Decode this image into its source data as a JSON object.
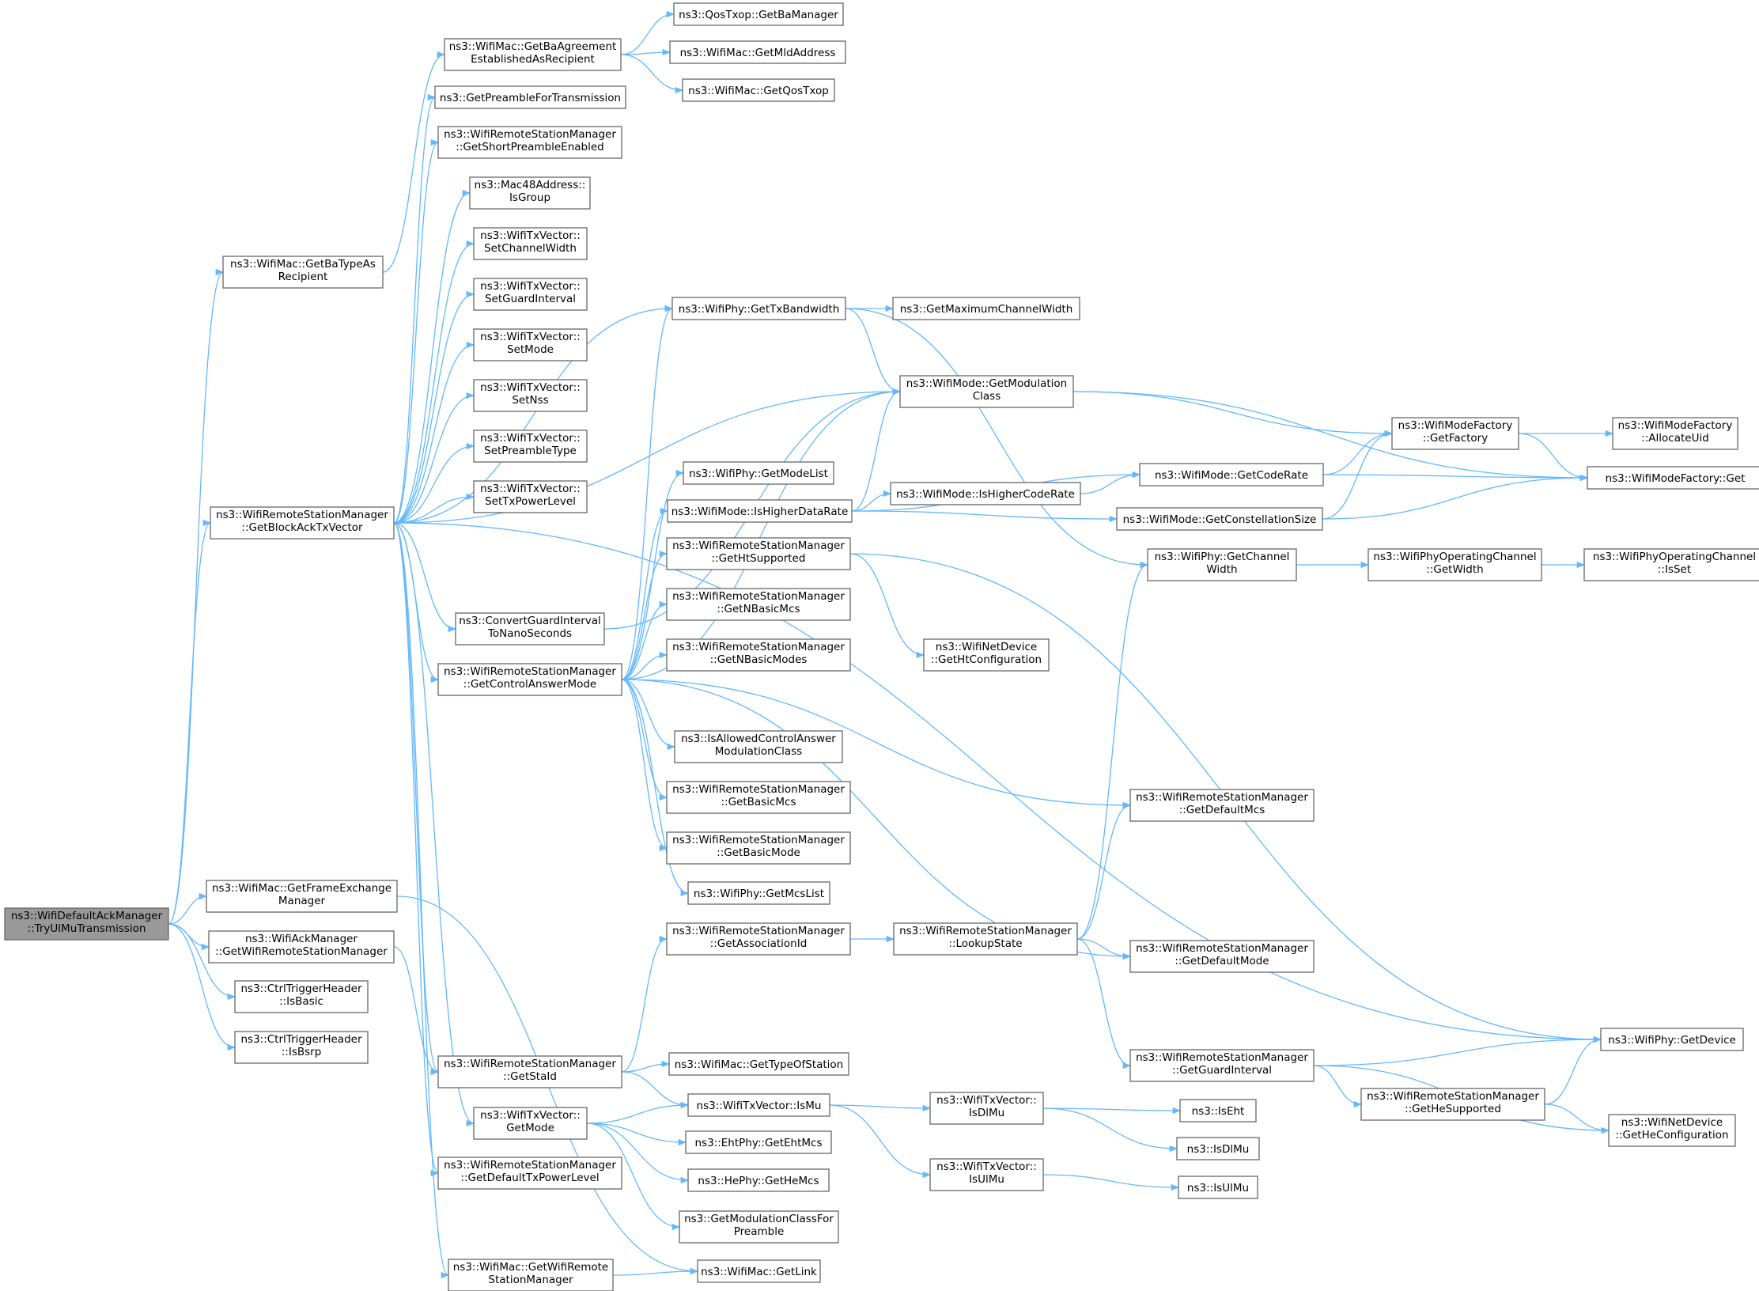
{
  "diagram": {
    "type": "call-graph",
    "colors": {
      "edge": "#63b8ff",
      "node_border": "#666666",
      "root_fill": "#999999",
      "node_fill": "#ffffff"
    },
    "nodes": [
      {
        "id": "root",
        "lines": [
          "ns3::WifiDefaultAckManager",
          "::TryUlMuTransmission"
        ],
        "root": true
      },
      {
        "id": "getBaTypeAsRecipient",
        "lines": [
          "ns3::WifiMac::GetBaTypeAs",
          "Recipient"
        ]
      },
      {
        "id": "getBlockAckTxVector",
        "lines": [
          "ns3::WifiRemoteStationManager",
          "::GetBlockAckTxVector"
        ]
      },
      {
        "id": "getFrameExchangeManager",
        "lines": [
          "ns3::WifiMac::GetFrameExchange",
          "Manager"
        ]
      },
      {
        "id": "getWifiRemoteStationManagerAck",
        "lines": [
          "ns3::WifiAckManager",
          "::GetWifiRemoteStationManager"
        ]
      },
      {
        "id": "isBasic",
        "lines": [
          "ns3::CtrlTriggerHeader",
          "::IsBasic"
        ]
      },
      {
        "id": "isBsrp",
        "lines": [
          "ns3::CtrlTriggerHeader",
          "::IsBsrp"
        ]
      },
      {
        "id": "getBaAgreementEstablished",
        "lines": [
          "ns3::WifiMac::GetBaAgreement",
          "EstablishedAsRecipient"
        ]
      },
      {
        "id": "getPreambleForTransmission",
        "lines": [
          "ns3::GetPreambleForTransmission"
        ]
      },
      {
        "id": "getShortPreambleEnabled",
        "lines": [
          "ns3::WifiRemoteStationManager",
          "::GetShortPreambleEnabled"
        ]
      },
      {
        "id": "isGroup",
        "lines": [
          "ns3::Mac48Address::",
          "IsGroup"
        ]
      },
      {
        "id": "setChannelWidth",
        "lines": [
          "ns3::WifiTxVector::",
          "SetChannelWidth"
        ]
      },
      {
        "id": "setGuardInterval",
        "lines": [
          "ns3::WifiTxVector::",
          "SetGuardInterval"
        ]
      },
      {
        "id": "setMode",
        "lines": [
          "ns3::WifiTxVector::",
          "SetMode"
        ]
      },
      {
        "id": "setNss",
        "lines": [
          "ns3::WifiTxVector::",
          "SetNss"
        ]
      },
      {
        "id": "setPreambleType",
        "lines": [
          "ns3::WifiTxVector::",
          "SetPreambleType"
        ]
      },
      {
        "id": "setTxPowerLevel",
        "lines": [
          "ns3::WifiTxVector::",
          "SetTxPowerLevel"
        ]
      },
      {
        "id": "convertGuardInterval",
        "lines": [
          "ns3::ConvertGuardInterval",
          "ToNanoSeconds"
        ]
      },
      {
        "id": "getControlAnswerMode",
        "lines": [
          "ns3::WifiRemoteStationManager",
          "::GetControlAnswerMode"
        ]
      },
      {
        "id": "getStaId",
        "lines": [
          "ns3::WifiRemoteStationManager",
          "::GetStaId"
        ]
      },
      {
        "id": "txGetMode",
        "lines": [
          "ns3::WifiTxVector::",
          "GetMode"
        ]
      },
      {
        "id": "getDefaultTxPowerLevel",
        "lines": [
          "ns3::WifiRemoteStationManager",
          "::GetDefaultTxPowerLevel"
        ]
      },
      {
        "id": "getWifiRemoteStationManagerMac",
        "lines": [
          "ns3::WifiMac::GetWifiRemote",
          "StationManager"
        ]
      },
      {
        "id": "getBaManager",
        "lines": [
          "ns3::QosTxop::GetBaManager"
        ]
      },
      {
        "id": "getMldAddress",
        "lines": [
          "ns3::WifiMac::GetMldAddress"
        ]
      },
      {
        "id": "getQosTxop",
        "lines": [
          "ns3::WifiMac::GetQosTxop"
        ]
      },
      {
        "id": "getTxBandwidth",
        "lines": [
          "ns3::WifiPhy::GetTxBandwidth"
        ]
      },
      {
        "id": "getModeList",
        "lines": [
          "ns3::WifiPhy::GetModeList"
        ]
      },
      {
        "id": "isHigherDataRate",
        "lines": [
          "ns3::WifiMode::IsHigherDataRate"
        ]
      },
      {
        "id": "getHtSupported",
        "lines": [
          "ns3::WifiRemoteStationManager",
          "::GetHtSupported"
        ]
      },
      {
        "id": "getNBasicMcs",
        "lines": [
          "ns3::WifiRemoteStationManager",
          "::GetNBasicMcs"
        ]
      },
      {
        "id": "getNBasicModes",
        "lines": [
          "ns3::WifiRemoteStationManager",
          "::GetNBasicModes"
        ]
      },
      {
        "id": "isAllowedControlAnswer",
        "lines": [
          "ns3::IsAllowedControlAnswer",
          "ModulationClass"
        ]
      },
      {
        "id": "getBasicMcs",
        "lines": [
          "ns3::WifiRemoteStationManager",
          "::GetBasicMcs"
        ]
      },
      {
        "id": "getBasicMode",
        "lines": [
          "ns3::WifiRemoteStationManager",
          "::GetBasicMode"
        ]
      },
      {
        "id": "getMcsList",
        "lines": [
          "ns3::WifiPhy::GetMcsList"
        ]
      },
      {
        "id": "getAssociationId",
        "lines": [
          "ns3::WifiRemoteStationManager",
          "::GetAssociationId"
        ]
      },
      {
        "id": "getTypeOfStation",
        "lines": [
          "ns3::WifiMac::GetTypeOfStation"
        ]
      },
      {
        "id": "isMu",
        "lines": [
          "ns3::WifiTxVector::IsMu"
        ]
      },
      {
        "id": "getEhtMcs",
        "lines": [
          "ns3::EhtPhy::GetEhtMcs"
        ]
      },
      {
        "id": "getHeMcs",
        "lines": [
          "ns3::HePhy::GetHeMcs"
        ]
      },
      {
        "id": "getModulationClassForPreamble",
        "lines": [
          "ns3::GetModulationClassFor",
          "Preamble"
        ]
      },
      {
        "id": "getLink",
        "lines": [
          "ns3::WifiMac::GetLink"
        ]
      },
      {
        "id": "getMaximumChannelWidth",
        "lines": [
          "ns3::GetMaximumChannelWidth"
        ]
      },
      {
        "id": "getModulationClass",
        "lines": [
          "ns3::WifiMode::GetModulation",
          "Class"
        ]
      },
      {
        "id": "isHigherCodeRate",
        "lines": [
          "ns3::WifiMode::IsHigherCodeRate"
        ]
      },
      {
        "id": "getHtConfiguration",
        "lines": [
          "ns3::WifiNetDevice",
          "::GetHtConfiguration"
        ]
      },
      {
        "id": "lookupState",
        "lines": [
          "ns3::WifiRemoteStationManager",
          "::LookupState"
        ]
      },
      {
        "id": "isDlMuTx",
        "lines": [
          "ns3::WifiTxVector::",
          "IsDlMu"
        ]
      },
      {
        "id": "isUlMuTx",
        "lines": [
          "ns3::WifiTxVector::",
          "IsUlMu"
        ]
      },
      {
        "id": "getCodeRate",
        "lines": [
          "ns3::WifiMode::GetCodeRate"
        ]
      },
      {
        "id": "getConstellationSize",
        "lines": [
          "ns3::WifiMode::GetConstellationSize"
        ]
      },
      {
        "id": "getChannelWidth",
        "lines": [
          "ns3::WifiPhy::GetChannel",
          "Width"
        ]
      },
      {
        "id": "getDefaultMcs",
        "lines": [
          "ns3::WifiRemoteStationManager",
          "::GetDefaultMcs"
        ]
      },
      {
        "id": "getDefaultMode",
        "lines": [
          "ns3::WifiRemoteStationManager",
          "::GetDefaultMode"
        ]
      },
      {
        "id": "getGuardInterval",
        "lines": [
          "ns3::WifiRemoteStationManager",
          "::GetGuardInterval"
        ]
      },
      {
        "id": "isEht",
        "lines": [
          "ns3::IsEht"
        ]
      },
      {
        "id": "isDlMu",
        "lines": [
          "ns3::IsDlMu"
        ]
      },
      {
        "id": "isUlMu",
        "lines": [
          "ns3::IsUlMu"
        ]
      },
      {
        "id": "getFactory",
        "lines": [
          "ns3::WifiModeFactory",
          "::GetFactory"
        ]
      },
      {
        "id": "getWidth",
        "lines": [
          "ns3::WifiPhyOperatingChannel",
          "::GetWidth"
        ]
      },
      {
        "id": "getHeSupported",
        "lines": [
          "ns3::WifiRemoteStationManager",
          "::GetHeSupported"
        ]
      },
      {
        "id": "allocateUid",
        "lines": [
          "ns3::WifiModeFactory",
          "::AllocateUid"
        ]
      },
      {
        "id": "modeFactoryGet",
        "lines": [
          "ns3::WifiModeFactory::Get"
        ]
      },
      {
        "id": "isSet",
        "lines": [
          "ns3::WifiPhyOperatingChannel",
          "::IsSet"
        ]
      },
      {
        "id": "getDevice",
        "lines": [
          "ns3::WifiPhy::GetDevice"
        ]
      },
      {
        "id": "getHeConfiguration",
        "lines": [
          "ns3::WifiNetDevice",
          "::GetHeConfiguration"
        ]
      }
    ]
  }
}
